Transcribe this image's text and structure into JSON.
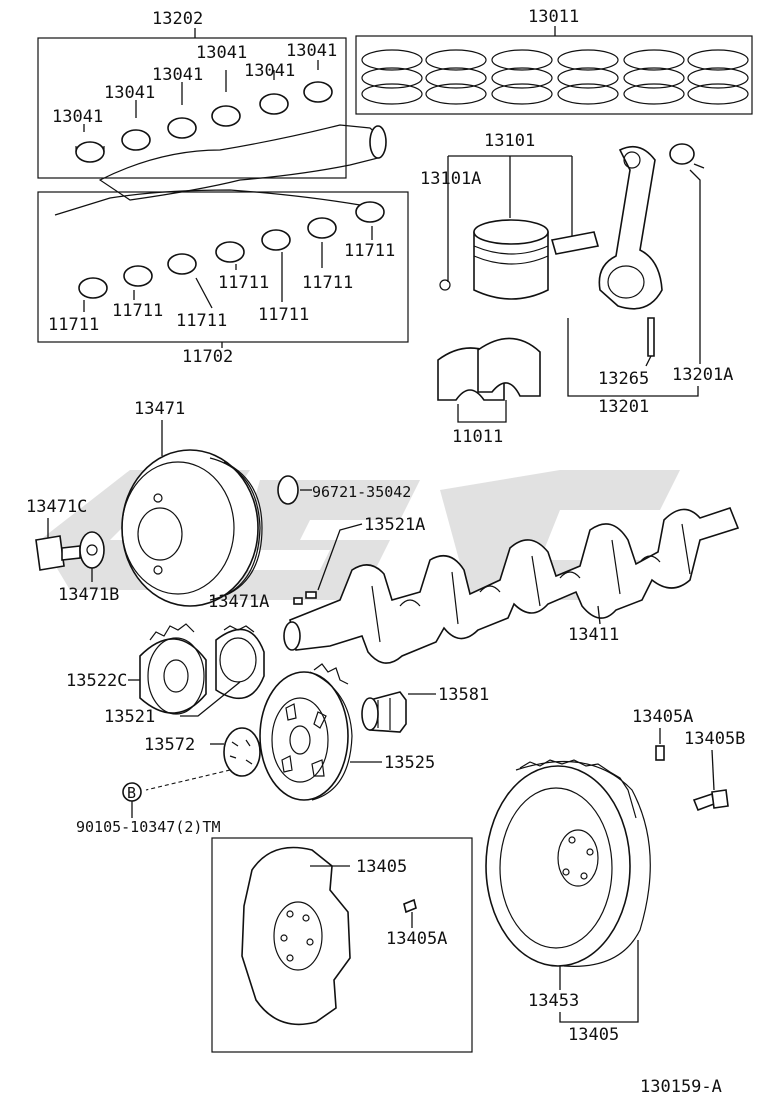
{
  "diagram": {
    "figure_id": "130159-A",
    "watermark_color": "#c8c8c8",
    "labels": {
      "p13202": "13202",
      "p13011": "13011",
      "p13041_a": "13041",
      "p13041_b": "13041",
      "p13041_c": "13041",
      "p13041_d": "13041",
      "p13041_e": "13041",
      "p13041_f": "13041",
      "p13101": "13101",
      "p13101A": "13101A",
      "p11711_a": "11711",
      "p11711_b": "11711",
      "p11711_c": "11711",
      "p11711_d": "11711",
      "p11711_e": "11711",
      "p11711_f": "11711",
      "p11711_g": "11711",
      "p11702": "11702",
      "p13265": "13265",
      "p13201A": "13201A",
      "p13201": "13201",
      "p11011": "11011",
      "p13471": "13471",
      "p96721": "96721-35042",
      "p13471C": "13471C",
      "p13521A": "13521A",
      "p13471B": "13471B",
      "p13471A": "13471A",
      "p13411": "13411",
      "p13522C": "13522C",
      "p13581": "13581",
      "p13521": "13521",
      "p13405A_top": "13405A",
      "p13405B": "13405B",
      "p13572": "13572",
      "p13525": "13525",
      "p_b_marker": "B",
      "p90105": "90105-10347(2)TM",
      "p13405_box": "13405",
      "p13405A_box": "13405A",
      "p13453": "13453",
      "p13405_bottom": "13405"
    }
  }
}
